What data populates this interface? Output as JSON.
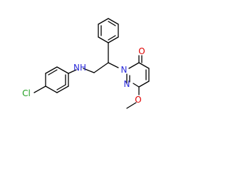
{
  "molecule": {
    "labels": {
      "chlorine": "Cl",
      "amine_nh": "NH",
      "ring_n1": "N",
      "ring_n2": "N",
      "carbonyl_o": "O",
      "methoxy_o": "O"
    },
    "colors": {
      "bond": "#000000",
      "nitrogen": "#2b2bd9",
      "oxygen": "#e00000",
      "chlorine": "#1f9e1f"
    }
  }
}
